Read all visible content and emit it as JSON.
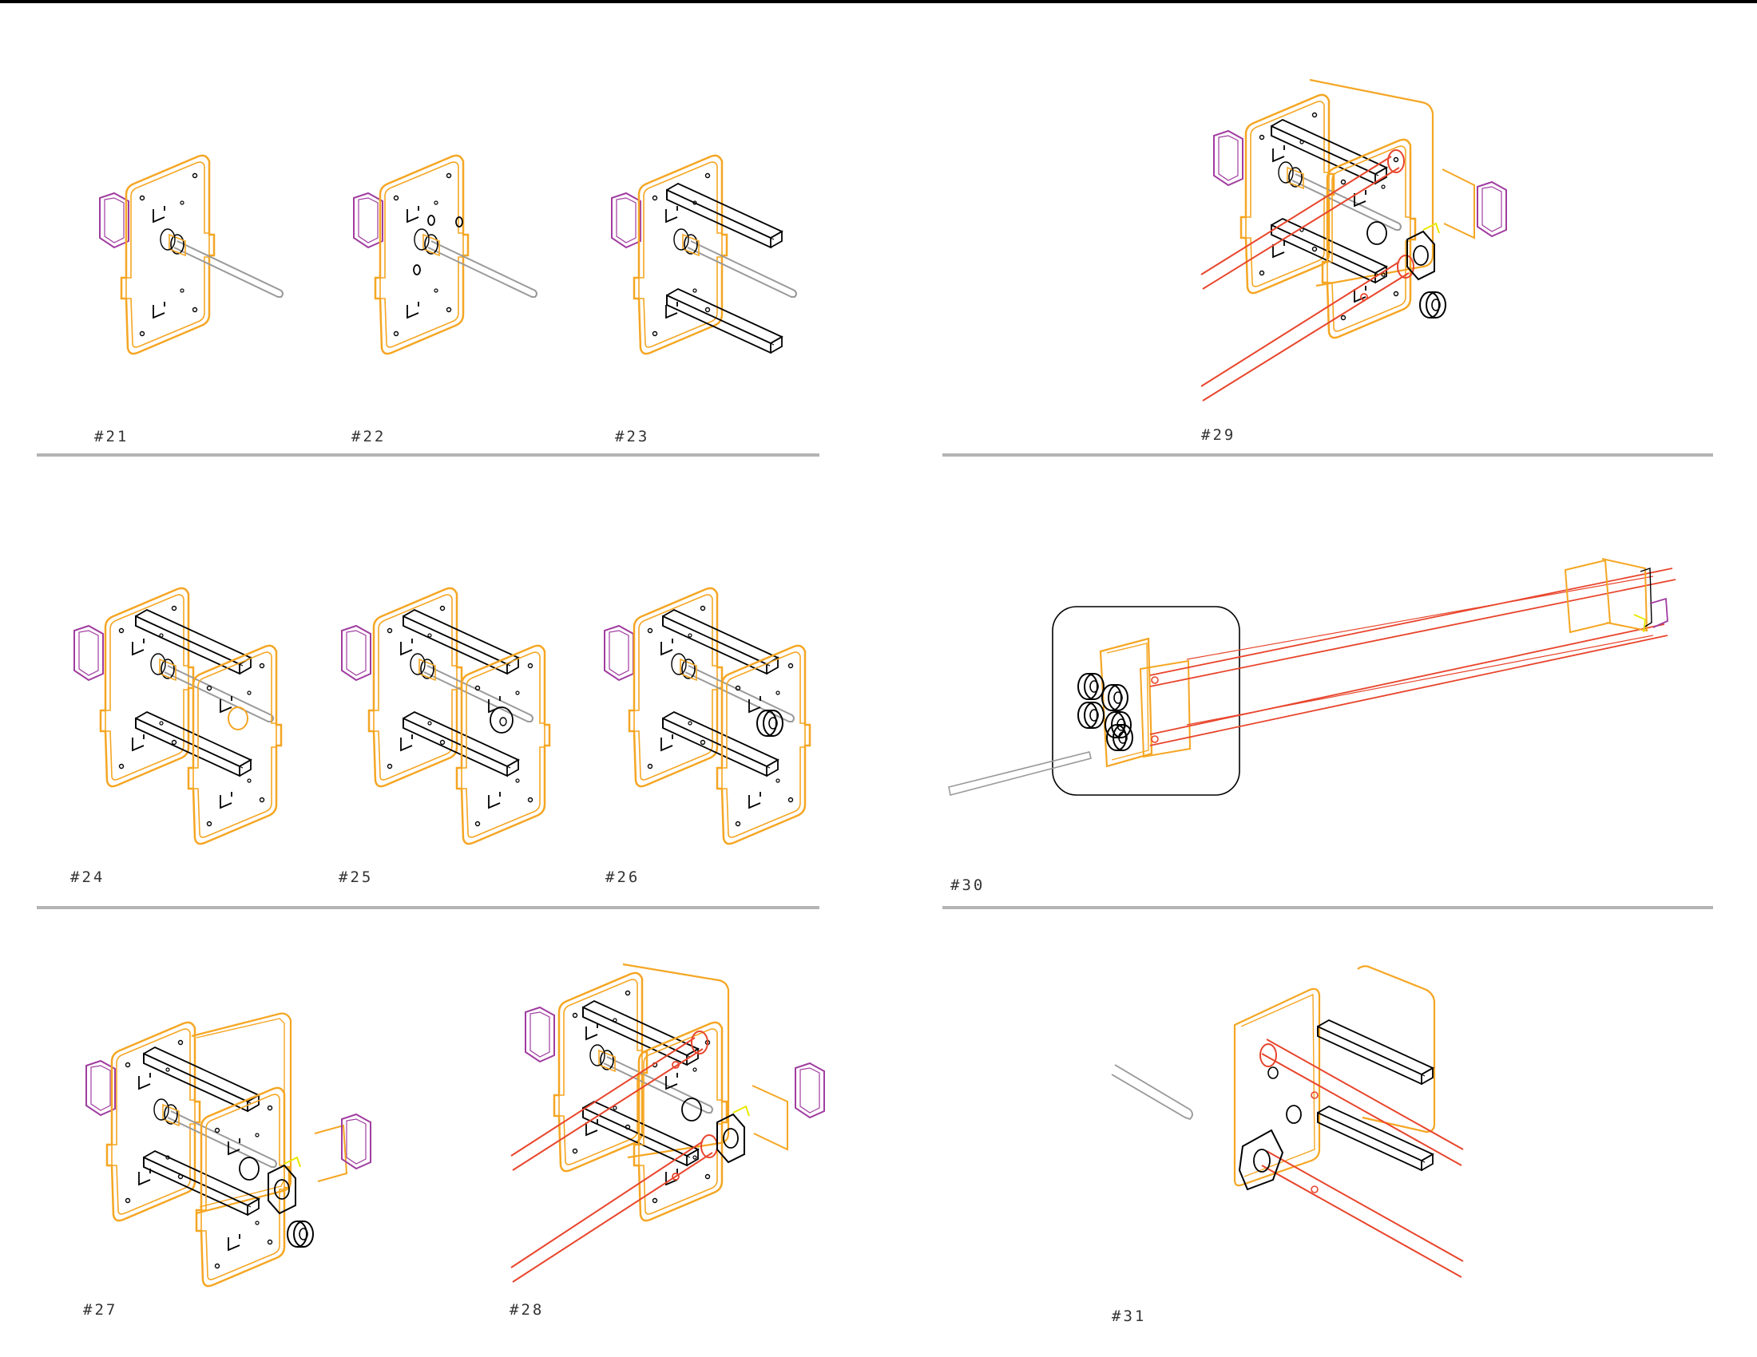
{
  "steps": [
    {
      "id": "21",
      "label": "#21"
    },
    {
      "id": "22",
      "label": "#22"
    },
    {
      "id": "23",
      "label": "#23"
    },
    {
      "id": "24",
      "label": "#24"
    },
    {
      "id": "25",
      "label": "#25"
    },
    {
      "id": "26",
      "label": "#26"
    },
    {
      "id": "27",
      "label": "#27"
    },
    {
      "id": "28",
      "label": "#28"
    },
    {
      "id": "29",
      "label": "#29"
    },
    {
      "id": "30",
      "label": "#30"
    },
    {
      "id": "31",
      "label": "#31"
    }
  ],
  "colors": {
    "plate": "#f5a623",
    "rod": "#e8452c",
    "motor": "#a03ca0",
    "steel": "#000000",
    "shaft": "#9a9a9a",
    "separator": "#b4b4b4"
  }
}
